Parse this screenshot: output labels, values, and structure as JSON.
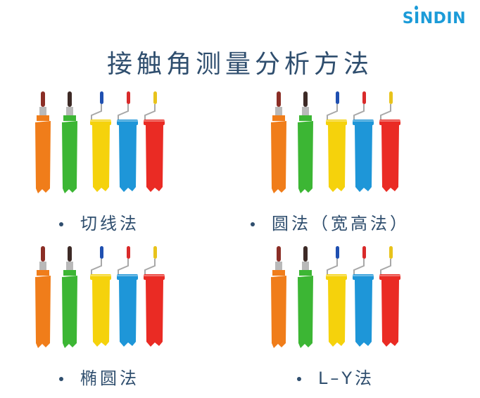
{
  "brand": {
    "logo_text": "SINDIN"
  },
  "title": "接触角测量分析方法",
  "methods": [
    {
      "label": "切线法"
    },
    {
      "label": "圆法（宽高法）"
    },
    {
      "label": "椭圆法"
    },
    {
      "label": "L–Y法"
    }
  ],
  "paint_colors": [
    "#f07d1a",
    "#3cb634",
    "#f5d20c",
    "#1e96d8",
    "#ea2b24"
  ],
  "handle_colors": [
    "#8b2e26",
    "#3d2a26",
    "#1f4fb0",
    "#d92a2a",
    "#e8c31b"
  ]
}
